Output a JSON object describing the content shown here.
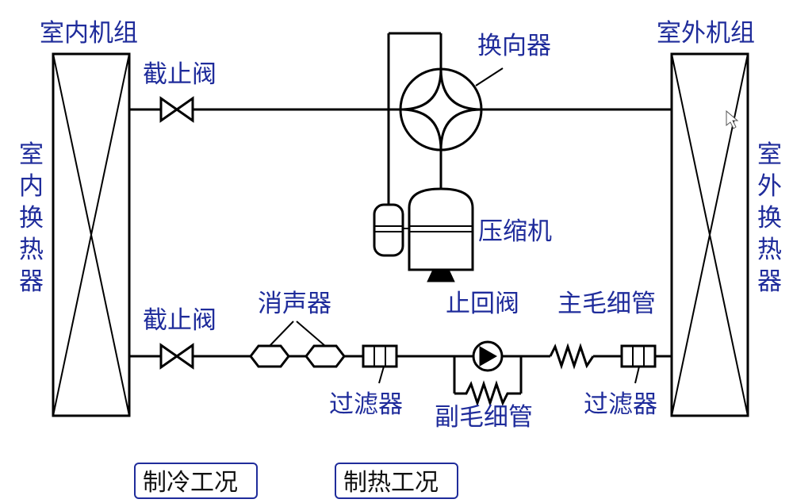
{
  "labels": {
    "indoor_unit": "室内机组",
    "outdoor_unit": "室外机组",
    "indoor_hx": [
      "室",
      "内",
      "换",
      "热",
      "器"
    ],
    "outdoor_hx": [
      "室",
      "外",
      "换",
      "热",
      "器"
    ],
    "stop_valve_top": "截止阀",
    "stop_valve_bottom": "截止阀",
    "reversing_valve": "换向器",
    "compressor": "压缩机",
    "muffler": "消声器",
    "check_valve": "止回阀",
    "main_capillary": "主毛细管",
    "aux_capillary": "副毛细管",
    "filter_left": "过滤器",
    "filter_right": "过滤器"
  },
  "buttons": {
    "cooling": "制冷工况",
    "heating": "制热工况"
  },
  "colors": {
    "label": "#1f2c9b",
    "line": "#000000"
  }
}
